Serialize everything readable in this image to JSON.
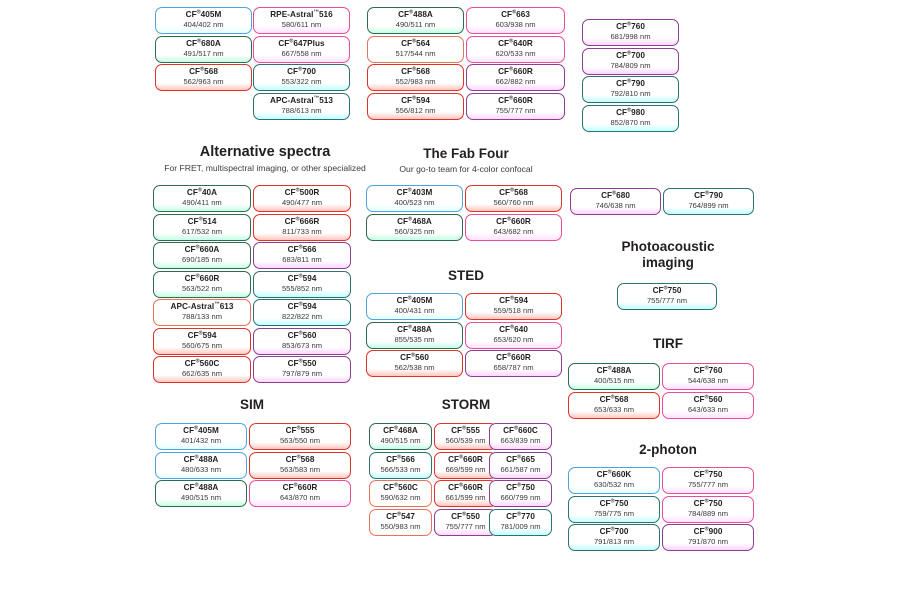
{
  "page": {
    "title": "Biotium CF Dye selection chart",
    "background": "#ffffff",
    "units_label": "nm"
  },
  "palette": {
    "blue": "#4fa3dd",
    "green": "#2f6b4f",
    "red": "#e0312a",
    "pink": "#ea4c9a",
    "magenta": "#e0479b",
    "purple": "#8a3f8f",
    "teal": "#2d7270",
    "dark_red": "#c0392b",
    "salmon": "#e8705f",
    "text": "#231f20"
  },
  "sections": [
    {
      "id": "top-block",
      "heading": "",
      "subheading": "",
      "columns": [
        {
          "id": "top-col-1",
          "chips": [
            {
              "name": "CF",
              "sup": "®",
              "suffix": "405M",
              "spec": "404/402 nm",
              "color": "#4fa3dd"
            },
            {
              "name": "CF",
              "sup": "®",
              "suffix": "680A",
              "spec": "491/517 nm",
              "color": "#2f6b4f"
            },
            {
              "name": "CF",
              "sup": "®",
              "suffix": "568",
              "spec": "562/963 nm",
              "color": "#e0312a"
            }
          ]
        },
        {
          "id": "top-col-2",
          "chips": [
            {
              "name": "RPE-Astral",
              "sup": "™",
              "suffix": "516",
              "spec": "580/611 nm",
              "color": "#ea4c9a"
            },
            {
              "name": "CF",
              "sup": "®",
              "suffix": "647Plus",
              "spec": "667/558 nm",
              "color": "#ea4c9a"
            },
            {
              "name": "CF",
              "sup": "®",
              "suffix": "700",
              "spec": "553/322 nm",
              "color": "#2d7270"
            },
            {
              "name": "APC-Astral",
              "sup": "™",
              "suffix": "513",
              "spec": "788/613 nm",
              "color": "#2d7270"
            }
          ]
        },
        {
          "id": "top-col-3",
          "chips": [
            {
              "name": "CF",
              "sup": "®",
              "suffix": "488A",
              "spec": "490/511 nm",
              "color": "#2f6b4f"
            },
            {
              "name": "CF",
              "sup": "®",
              "suffix": "564",
              "spec": "517/544 nm",
              "color": "#e8705f"
            },
            {
              "name": "CF",
              "sup": "®",
              "suffix": "568",
              "spec": "552/983 nm",
              "color": "#e0312a"
            },
            {
              "name": "CF",
              "sup": "®",
              "suffix": "594",
              "spec": "556/812 nm",
              "color": "#e0312a"
            }
          ]
        },
        {
          "id": "top-col-4",
          "chips": [
            {
              "name": "CF",
              "sup": "®",
              "suffix": "663",
              "spec": "603/938 nm",
              "color": "#ea4c9a"
            },
            {
              "name": "CF",
              "sup": "®",
              "suffix": "640R",
              "spec": "620/533 nm",
              "color": "#ea4c9a"
            },
            {
              "name": "CF",
              "sup": "®",
              "suffix": "660R",
              "spec": "662/882 nm",
              "color": "#8a3f8f"
            },
            {
              "name": "CF",
              "sup": "®",
              "suffix": "660R",
              "spec": "755/777 nm",
              "color": "#8a3f8f"
            }
          ]
        },
        {
          "id": "top-col-5",
          "chips": [
            {
              "name": "CF",
              "sup": "®",
              "suffix": "760",
              "spec": "681/998 nm",
              "color": "#8a3f8f"
            },
            {
              "name": "CF",
              "sup": "®",
              "suffix": "700",
              "spec": "784/809 nm",
              "color": "#8a3f8f"
            },
            {
              "name": "CF",
              "sup": "®",
              "suffix": "790",
              "spec": "792/810 nm",
              "color": "#2d7270"
            },
            {
              "name": "CF",
              "sup": "®",
              "suffix": "980",
              "spec": "852/870 nm",
              "color": "#2d7270"
            }
          ]
        }
      ]
    },
    {
      "id": "alternative-spectra",
      "heading": "Alternative spectra",
      "subheading": "For FRET, multispectral imaging, or other specialized",
      "columns": [
        {
          "id": "alt-col-1",
          "chips": [
            {
              "name": "CF",
              "sup": "®",
              "suffix": "40A",
              "spec": "490/411 nm",
              "color": "#2f6b4f"
            },
            {
              "name": "CF",
              "sup": "®",
              "suffix": "514",
              "spec": "617/532 nm",
              "color": "#2f6b4f"
            },
            {
              "name": "CF",
              "sup": "®",
              "suffix": "660A",
              "spec": "690/185 nm",
              "color": "#2f6b4f"
            },
            {
              "name": "CF",
              "sup": "®",
              "suffix": "660R",
              "spec": "563/522 nm",
              "color": "#2f6b4f"
            },
            {
              "name": "APC-Astral",
              "sup": "™",
              "suffix": "613",
              "spec": "788/133 nm",
              "color": "#e8705f"
            },
            {
              "name": "CF",
              "sup": "®",
              "suffix": "594",
              "spec": "560/675 nm",
              "color": "#e0312a"
            },
            {
              "name": "CF",
              "sup": "®",
              "suffix": "560C",
              "spec": "662/635 nm",
              "color": "#e0312a"
            }
          ]
        },
        {
          "id": "alt-col-2",
          "chips": [
            {
              "name": "CF",
              "sup": "®",
              "suffix": "500R",
              "spec": "490/477 nm",
              "color": "#e0312a"
            },
            {
              "name": "CF",
              "sup": "®",
              "suffix": "666R",
              "spec": "811/733 nm",
              "color": "#e0312a"
            },
            {
              "name": "CF",
              "sup": "®",
              "suffix": "566",
              "spec": "683/811 nm",
              "color": "#8a3f8f"
            },
            {
              "name": "CF",
              "sup": "®",
              "suffix": "594",
              "spec": "555/852 nm",
              "color": "#2d7270"
            },
            {
              "name": "CF",
              "sup": "®",
              "suffix": "594",
              "spec": "822/822 nm",
              "color": "#2d7270"
            },
            {
              "name": "CF",
              "sup": "®",
              "suffix": "560",
              "spec": "853/673 nm",
              "color": "#8a3f8f"
            },
            {
              "name": "CF",
              "sup": "®",
              "suffix": "550",
              "spec": "797/879 nm",
              "color": "#8a3f8f"
            }
          ]
        }
      ]
    },
    {
      "id": "fab-four",
      "heading": "The Fab Four",
      "subheading": "Our go-to team for 4-color confocal",
      "columns": [
        {
          "id": "fab-col-1",
          "chips": [
            {
              "name": "CF",
              "sup": "®",
              "suffix": "403M",
              "spec": "400/523 nm",
              "color": "#4fa3dd"
            },
            {
              "name": "CF",
              "sup": "®",
              "suffix": "468A",
              "spec": "560/325 nm",
              "color": "#2f6b4f"
            }
          ]
        },
        {
          "id": "fab-col-2",
          "chips": [
            {
              "name": "CF",
              "sup": "®",
              "suffix": "568",
              "spec": "560/760 nm",
              "color": "#e0312a"
            },
            {
              "name": "CF",
              "sup": "®",
              "suffix": "660R",
              "spec": "643/682 nm",
              "color": "#ea4c9a"
            }
          ]
        }
      ]
    },
    {
      "id": "sted",
      "heading": "STED",
      "subheading": "",
      "columns": [
        {
          "id": "sted-col-1",
          "chips": [
            {
              "name": "CF",
              "sup": "®",
              "suffix": "405M",
              "spec": "400/431 nm",
              "color": "#4fa3dd"
            },
            {
              "name": "CF",
              "sup": "®",
              "suffix": "488A",
              "spec": "855/535 nm",
              "color": "#2f6b4f"
            },
            {
              "name": "CF",
              "sup": "®",
              "suffix": "560",
              "spec": "562/538 nm",
              "color": "#e0312a"
            }
          ]
        },
        {
          "id": "sted-col-2",
          "chips": [
            {
              "name": "CF",
              "sup": "®",
              "suffix": "594",
              "spec": "559/518 nm",
              "color": "#e0312a"
            },
            {
              "name": "CF",
              "sup": "®",
              "suffix": "640",
              "spec": "653/620 nm",
              "color": "#ea4c9a"
            },
            {
              "name": "CF",
              "sup": "®",
              "suffix": "660R",
              "spec": "658/787 nm",
              "color": "#8a3f8f"
            }
          ]
        }
      ]
    },
    {
      "id": "photoacoustic-top-pair",
      "heading": "",
      "subheading": "",
      "columns": [
        {
          "id": "pa-pair-1",
          "chips": [
            {
              "name": "CF",
              "sup": "®",
              "suffix": "680",
              "spec": "746/638 nm",
              "color": "#8a3f8f"
            }
          ]
        },
        {
          "id": "pa-pair-2",
          "chips": [
            {
              "name": "CF",
              "sup": "®",
              "suffix": "790",
              "spec": "764/899 nm",
              "color": "#2d7270"
            }
          ]
        }
      ]
    },
    {
      "id": "photoacoustic",
      "heading": "Photoacoustic",
      "heading_line2": "imaging",
      "subheading": "",
      "columns": [
        {
          "id": "pa-col-1",
          "chips": [
            {
              "name": "CF",
              "sup": "®",
              "suffix": "750",
              "spec": "755/777 nm",
              "color": "#2d7270"
            }
          ]
        }
      ]
    },
    {
      "id": "tirf",
      "heading": "TIRF",
      "subheading": "",
      "columns": [
        {
          "id": "tirf-col-1",
          "chips": [
            {
              "name": "CF",
              "sup": "®",
              "suffix": "488A",
              "spec": "400/515 nm",
              "color": "#2f6b4f"
            },
            {
              "name": "CF",
              "sup": "®",
              "suffix": "568",
              "spec": "653/633 nm",
              "color": "#e0312a"
            }
          ]
        },
        {
          "id": "tirf-col-2",
          "chips": [
            {
              "name": "CF",
              "sup": "®",
              "suffix": "760",
              "spec": "544/638 nm",
              "color": "#ea4c9a"
            },
            {
              "name": "CF",
              "sup": "®",
              "suffix": "560",
              "spec": "643/633 nm",
              "color": "#ea4c9a"
            }
          ]
        }
      ]
    },
    {
      "id": "two-photon",
      "heading": "2-photon",
      "subheading": "",
      "columns": [
        {
          "id": "2p-col-1",
          "chips": [
            {
              "name": "CF",
              "sup": "®",
              "suffix": "660K",
              "spec": "630/532 nm",
              "color": "#4fa3dd"
            },
            {
              "name": "CF",
              "sup": "®",
              "suffix": "750",
              "spec": "759/775 nm",
              "color": "#2d7270"
            },
            {
              "name": "CF",
              "sup": "®",
              "suffix": "700",
              "spec": "791/813 nm",
              "color": "#2d7270"
            }
          ]
        },
        {
          "id": "2p-col-2",
          "chips": [
            {
              "name": "CF",
              "sup": "®",
              "suffix": "750",
              "spec": "755/777 nm",
              "color": "#ea4c9a"
            },
            {
              "name": "CF",
              "sup": "®",
              "suffix": "750",
              "spec": "784/889 nm",
              "color": "#ea4c9a"
            },
            {
              "name": "CF",
              "sup": "®",
              "suffix": "900",
              "spec": "791/870 nm",
              "color": "#8a3f8f"
            }
          ]
        }
      ]
    },
    {
      "id": "sim",
      "heading": "SIM",
      "subheading": "",
      "columns": [
        {
          "id": "sim-col-1",
          "chips": [
            {
              "name": "CF",
              "sup": "®",
              "suffix": "405M",
              "spec": "401/432 nm",
              "color": "#4fa3dd"
            },
            {
              "name": "CF",
              "sup": "®",
              "suffix": "488A",
              "spec": "480/633 nm",
              "color": "#4fa3dd"
            },
            {
              "name": "CF",
              "sup": "®",
              "suffix": "488A",
              "spec": "490/515 nm",
              "color": "#2f6b4f"
            }
          ]
        },
        {
          "id": "sim-col-2",
          "chips": [
            {
              "name": "CF",
              "sup": "®",
              "suffix": "555",
              "spec": "563/550 nm",
              "color": "#e0312a"
            },
            {
              "name": "CF",
              "sup": "®",
              "suffix": "568",
              "spec": "563/583 nm",
              "color": "#e0312a"
            },
            {
              "name": "CF",
              "sup": "®",
              "suffix": "660R",
              "spec": "643/870 nm",
              "color": "#ea4c9a"
            }
          ]
        }
      ]
    },
    {
      "id": "storm",
      "heading": "STORM",
      "subheading": "",
      "columns": [
        {
          "id": "storm-col-1",
          "chips": [
            {
              "name": "CF",
              "sup": "®",
              "suffix": "468A",
              "spec": "490/515 nm",
              "color": "#2f6b4f"
            },
            {
              "name": "CF",
              "sup": "®",
              "suffix": "566",
              "spec": "566/533 nm",
              "color": "#2d7270"
            },
            {
              "name": "CF",
              "sup": "®",
              "suffix": "560C",
              "spec": "590/632 nm",
              "color": "#e8705f"
            },
            {
              "name": "CF",
              "sup": "®",
              "suffix": "547",
              "spec": "550/983 nm",
              "color": "#e8705f"
            }
          ]
        },
        {
          "id": "storm-col-2",
          "chips": [
            {
              "name": "CF",
              "sup": "®",
              "suffix": "555",
              "spec": "560/539 nm",
              "color": "#e0312a"
            },
            {
              "name": "CF",
              "sup": "®",
              "suffix": "660R",
              "spec": "669/599 nm",
              "color": "#e0312a"
            },
            {
              "name": "CF",
              "sup": "®",
              "suffix": "660R",
              "spec": "661/599 nm",
              "color": "#e0312a"
            },
            {
              "name": "CF",
              "sup": "®",
              "suffix": "550",
              "spec": "755/777 nm",
              "color": "#8a3f8f"
            }
          ]
        },
        {
          "id": "storm-col-3",
          "chips": [
            {
              "name": "CF",
              "sup": "®",
              "suffix": "660C",
              "spec": "663/839 nm",
              "color": "#8a3f8f"
            },
            {
              "name": "CF",
              "sup": "®",
              "suffix": "665",
              "spec": "661/587 nm",
              "color": "#8a3f8f"
            },
            {
              "name": "CF",
              "sup": "®",
              "suffix": "750",
              "spec": "660/799 nm",
              "color": "#8a3f8f"
            },
            {
              "name": "CF",
              "sup": "®",
              "suffix": "770",
              "spec": "781/009 nm",
              "color": "#2d7270"
            }
          ]
        }
      ]
    }
  ]
}
